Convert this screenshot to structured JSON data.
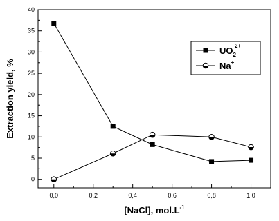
{
  "chart_data": {
    "type": "line",
    "xlabel_main": "[NaCl], mol.L",
    "xlabel_sup": "-1",
    "ylabel": "Extraction yield, %",
    "xlim": [
      -0.08,
      1.1
    ],
    "ylim": [
      -2,
      40
    ],
    "xticks": [
      "0,0",
      "0,2",
      "0,4",
      "0,6",
      "0,8",
      "1,0"
    ],
    "xtick_values": [
      0.0,
      0.2,
      0.4,
      0.6,
      0.8,
      1.0
    ],
    "yticks": [
      "0",
      "5",
      "10",
      "15",
      "20",
      "25",
      "30",
      "35",
      "40"
    ],
    "ytick_values": [
      0,
      5,
      10,
      15,
      20,
      25,
      30,
      35,
      40
    ],
    "legend_position": "top-right",
    "series": [
      {
        "legend_main": "UO",
        "legend_sub": "2",
        "legend_sup": "2+",
        "marker": "square",
        "x": [
          0.0,
          0.3,
          0.5,
          0.8,
          1.0
        ],
        "y": [
          36.8,
          12.5,
          8.2,
          4.2,
          4.5
        ]
      },
      {
        "legend_main": "Na",
        "legend_sub": "",
        "legend_sup": "+",
        "marker": "half-filled-circle",
        "x": [
          0.0,
          0.3,
          0.5,
          0.8,
          1.0
        ],
        "y": [
          0.0,
          6.1,
          10.5,
          10.0,
          7.6
        ]
      }
    ]
  }
}
